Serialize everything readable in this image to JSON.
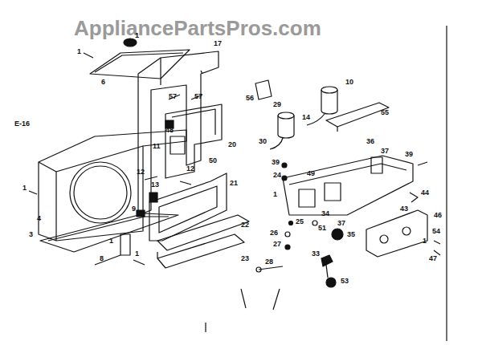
{
  "diagram": {
    "labels": [
      "AppliancePartsPros.com",
      "1",
      "1",
      "6",
      "17",
      "57",
      "57",
      "E-16",
      "11",
      "48",
      "20",
      "50",
      "12",
      "12",
      "13",
      "21",
      "1",
      "4",
      "9",
      "3",
      "8",
      "1",
      "22",
      "23",
      "1",
      "56",
      "29",
      "14",
      "10",
      "55",
      "30",
      "39",
      "24",
      "36",
      "37",
      "39",
      "1",
      "49",
      "34",
      "51",
      "37",
      "35",
      "43",
      "44",
      "46",
      "54",
      "47",
      "1",
      "25",
      "26",
      "27",
      "28",
      "33",
      "53"
    ]
  }
}
